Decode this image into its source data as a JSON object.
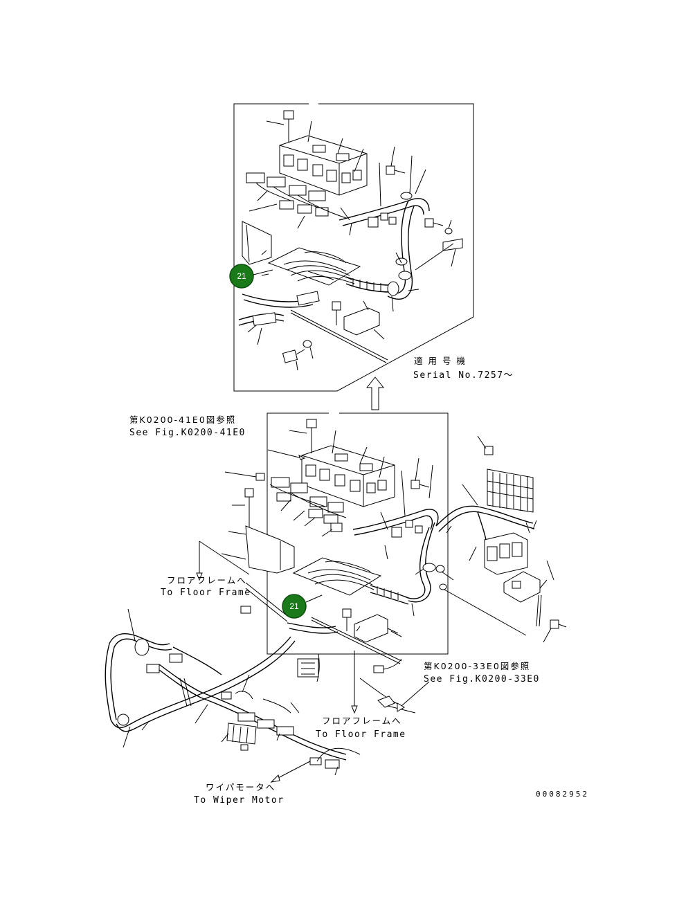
{
  "upper_note": {
    "jp": "適 用 号 機",
    "en": "Serial No.7257～"
  },
  "ref_41e0": {
    "jp": "第K0200-41E0図参照",
    "en": "See Fig.K0200-41E0"
  },
  "floor_frame_left": {
    "jp": "フロアフレームへ",
    "en": "To Floor Frame"
  },
  "ref_33e0": {
    "jp": "第K0200-33E0図参照",
    "en": "See Fig.K0200-33E0"
  },
  "floor_frame_bottom": {
    "jp": "フロアフレームへ",
    "en": "To Floor Frame"
  },
  "wiper": {
    "jp": "ワイパモータへ",
    "en": "To Wiper Motor"
  },
  "drawing_number": "00082952",
  "callouts": [
    {
      "id": "callout-upper",
      "label": "21"
    },
    {
      "id": "callout-lower",
      "label": "21"
    }
  ],
  "callout_color": "#1a7a1a"
}
